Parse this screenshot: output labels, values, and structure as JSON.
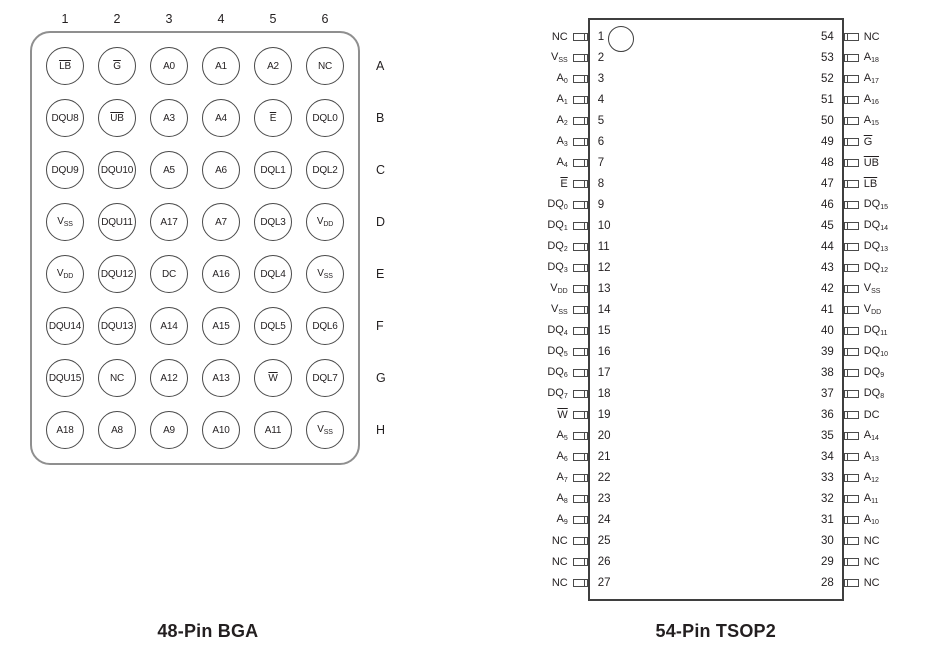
{
  "notation": {
    "overline_prefix": "~",
    "subscript_separator": "_"
  },
  "colors": {
    "line": "#4a4a4a",
    "text": "#231f20",
    "bga_outline": "#8f8f8f"
  },
  "bga": {
    "caption": "48-Pin BGA",
    "col_labels": [
      "1",
      "2",
      "3",
      "4",
      "5",
      "6"
    ],
    "row_labels": [
      "A",
      "B",
      "C",
      "D",
      "E",
      "F",
      "G",
      "H"
    ],
    "rows": [
      [
        "~LB",
        "~G",
        "A0",
        "A1",
        "A2",
        "NC"
      ],
      [
        "DQU8",
        "~UB",
        "A3",
        "A4",
        "~E",
        "DQL0"
      ],
      [
        "DQU9",
        "DQU10",
        "A5",
        "A6",
        "DQL1",
        "DQL2"
      ],
      [
        "V_SS",
        "DQU11",
        "A17",
        "A7",
        "DQL3",
        "V_DD"
      ],
      [
        "V_DD",
        "DQU12",
        "DC",
        "A16",
        "DQL4",
        "V_SS"
      ],
      [
        "DQU14",
        "DQU13",
        "A14",
        "A15",
        "DQL5",
        "DQL6"
      ],
      [
        "DQU15",
        "NC",
        "A12",
        "A13",
        "~W",
        "DQL7"
      ],
      [
        "A18",
        "A8",
        "A9",
        "A10",
        "A11",
        "V_SS"
      ]
    ]
  },
  "tsop": {
    "caption": "54-Pin TSOP2",
    "left_pins": [
      {
        "num": "1",
        "label": "NC"
      },
      {
        "num": "2",
        "label": "V_SS"
      },
      {
        "num": "3",
        "label": "A_0"
      },
      {
        "num": "4",
        "label": "A_1"
      },
      {
        "num": "5",
        "label": "A_2"
      },
      {
        "num": "6",
        "label": "A_3"
      },
      {
        "num": "7",
        "label": "A_4"
      },
      {
        "num": "8",
        "label": "~E"
      },
      {
        "num": "9",
        "label": "DQ_0"
      },
      {
        "num": "10",
        "label": "DQ_1"
      },
      {
        "num": "11",
        "label": "DQ_2"
      },
      {
        "num": "12",
        "label": "DQ_3"
      },
      {
        "num": "13",
        "label": "V_DD"
      },
      {
        "num": "14",
        "label": "V_SS"
      },
      {
        "num": "15",
        "label": "DQ_4"
      },
      {
        "num": "16",
        "label": "DQ_5"
      },
      {
        "num": "17",
        "label": "DQ_6"
      },
      {
        "num": "18",
        "label": "DQ_7"
      },
      {
        "num": "19",
        "label": "~W"
      },
      {
        "num": "20",
        "label": "A_5"
      },
      {
        "num": "21",
        "label": "A_6"
      },
      {
        "num": "22",
        "label": "A_7"
      },
      {
        "num": "23",
        "label": "A_8"
      },
      {
        "num": "24",
        "label": "A_9"
      },
      {
        "num": "25",
        "label": "NC"
      },
      {
        "num": "26",
        "label": "NC"
      },
      {
        "num": "27",
        "label": "NC"
      }
    ],
    "right_pins": [
      {
        "num": "54",
        "label": "NC"
      },
      {
        "num": "53",
        "label": "A_18"
      },
      {
        "num": "52",
        "label": "A_17"
      },
      {
        "num": "51",
        "label": "A_16"
      },
      {
        "num": "50",
        "label": "A_15"
      },
      {
        "num": "49",
        "label": "~G"
      },
      {
        "num": "48",
        "label": "~UB"
      },
      {
        "num": "47",
        "label": "~LB"
      },
      {
        "num": "46",
        "label": "DQ_15"
      },
      {
        "num": "45",
        "label": "DQ_14"
      },
      {
        "num": "44",
        "label": "DQ_13"
      },
      {
        "num": "43",
        "label": "DQ_12"
      },
      {
        "num": "42",
        "label": "V_SS"
      },
      {
        "num": "41",
        "label": "V_DD"
      },
      {
        "num": "40",
        "label": "DQ_11"
      },
      {
        "num": "39",
        "label": "DQ_10"
      },
      {
        "num": "38",
        "label": "DQ_9"
      },
      {
        "num": "37",
        "label": "DQ_8"
      },
      {
        "num": "36",
        "label": "DC"
      },
      {
        "num": "35",
        "label": "A_14"
      },
      {
        "num": "34",
        "label": "A_13"
      },
      {
        "num": "33",
        "label": "A_12"
      },
      {
        "num": "32",
        "label": "A_11"
      },
      {
        "num": "31",
        "label": "A_10"
      },
      {
        "num": "30",
        "label": "NC"
      },
      {
        "num": "29",
        "label": "NC"
      },
      {
        "num": "28",
        "label": "NC"
      }
    ]
  }
}
